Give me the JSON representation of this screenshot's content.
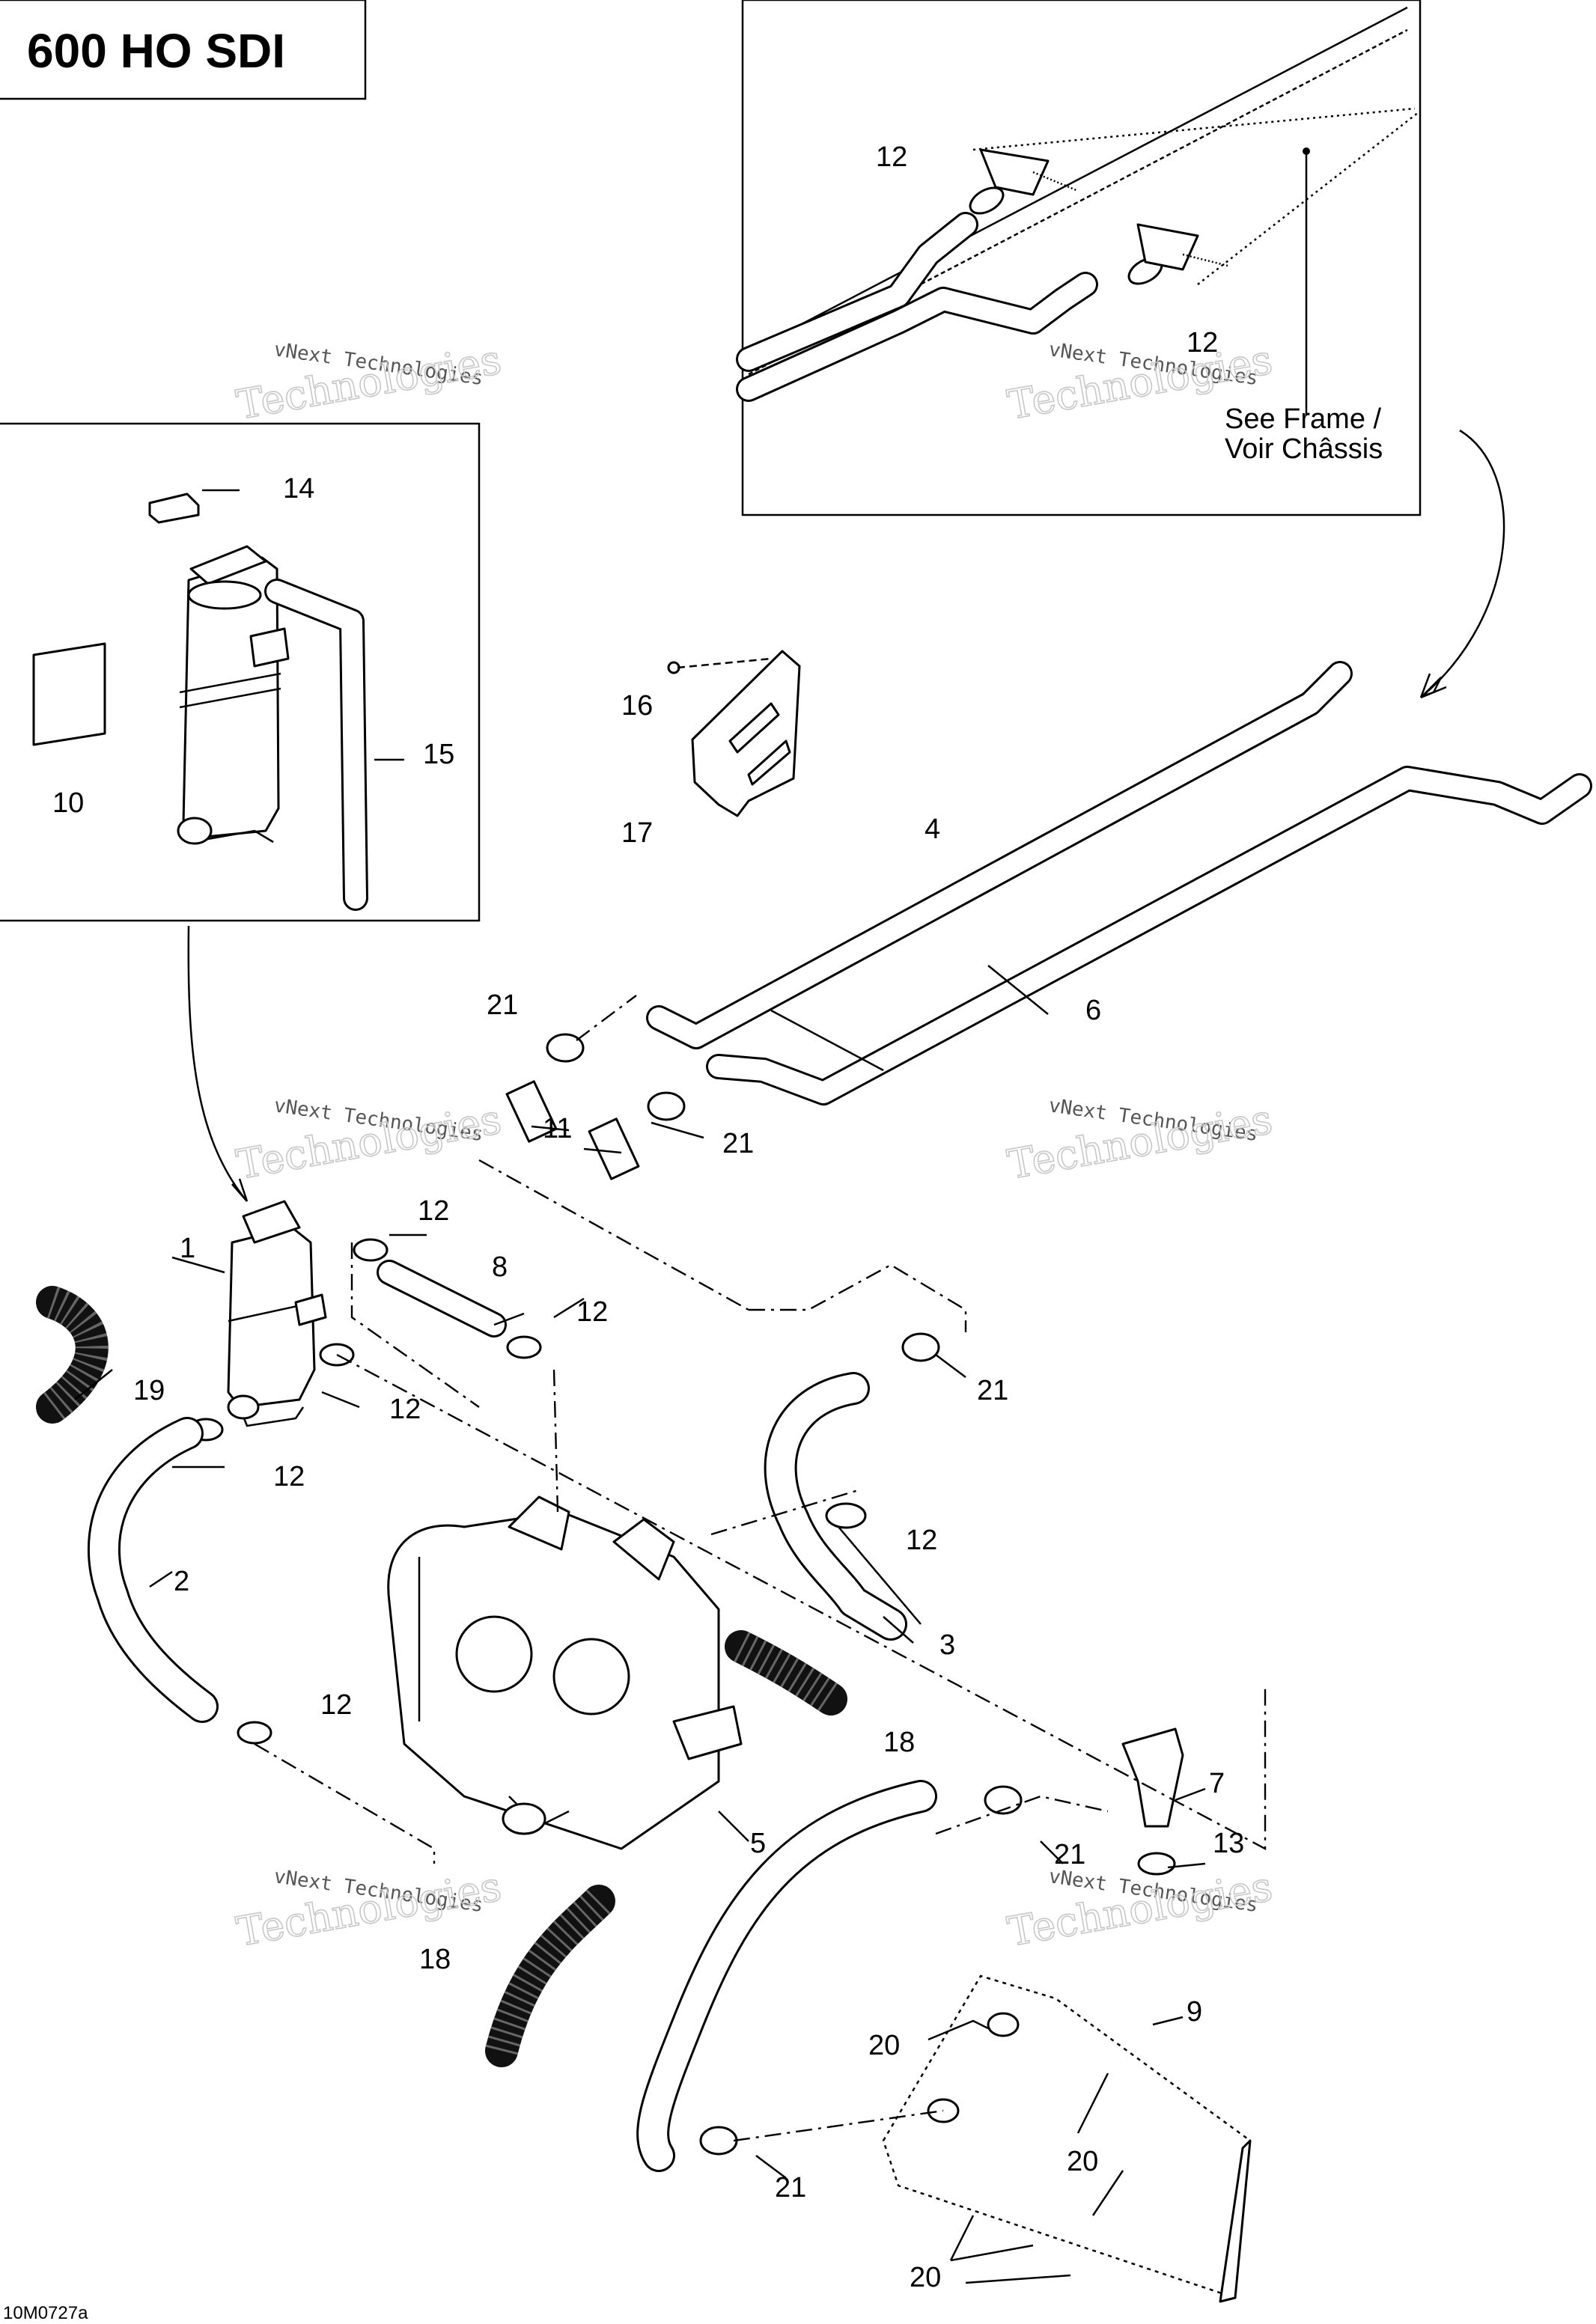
{
  "title": "600 HO SDI",
  "figure_code": "10M0727a",
  "frame_note": {
    "line1": "See Frame /",
    "line2": "Voir Châssis"
  },
  "watermark": {
    "small": "vNext Technologies",
    "large": "Technologies"
  },
  "callouts": {
    "c1": "1",
    "c2": "2",
    "c3": "3",
    "c4": "4",
    "c5": "5",
    "c6": "6",
    "c7": "7",
    "c8": "8",
    "c9": "9",
    "c10": "10",
    "c11": "11",
    "c13": "13",
    "c14": "14",
    "c15": "15",
    "c16": "16",
    "c17": "17",
    "c19": "19",
    "c12": "12",
    "c18": "18",
    "c20": "20",
    "c21": "21"
  }
}
